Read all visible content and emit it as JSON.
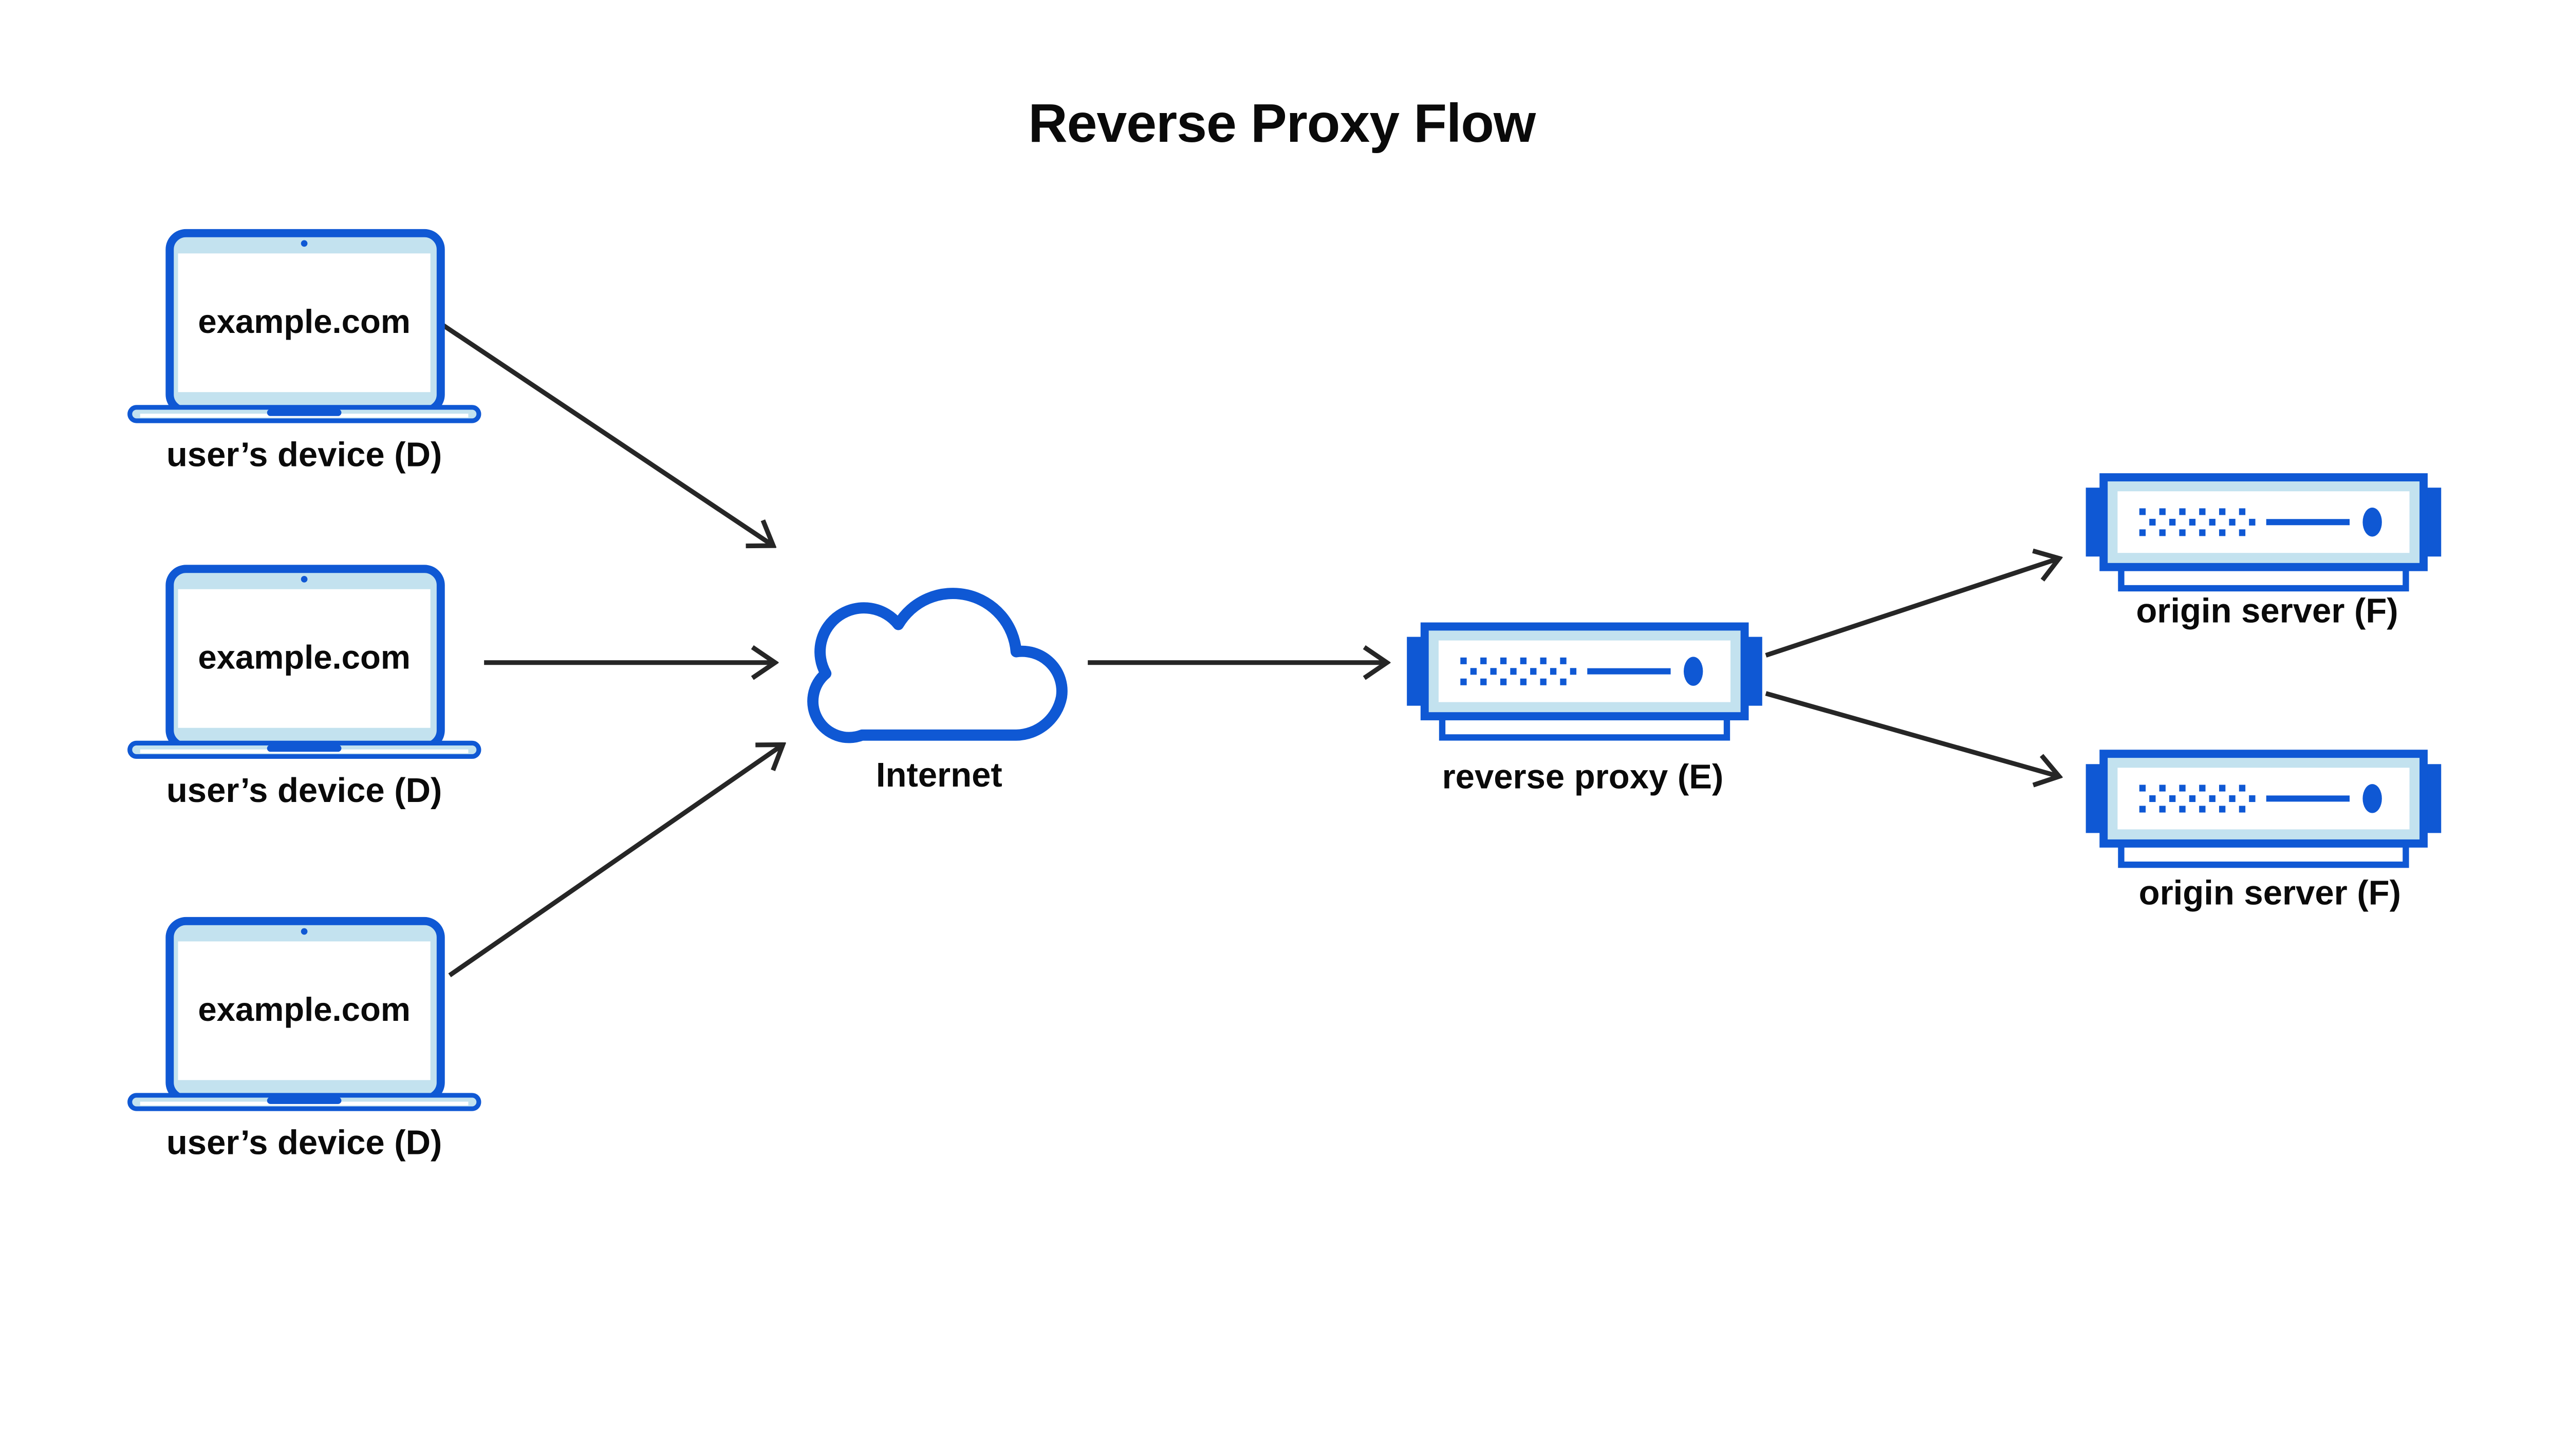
{
  "title": "Reverse Proxy Flow",
  "colors": {
    "primary_blue": "#0F58D4",
    "light_blue": "#C3E2EF",
    "arrow_dark": "#262626",
    "text_black": "#0A0A0A",
    "background": "#FFFFFF"
  },
  "devices": [
    {
      "icon": "laptop-icon",
      "screen_label": "example.com",
      "caption": "user’s device (D)"
    },
    {
      "icon": "laptop-icon",
      "screen_label": "example.com",
      "caption": "user’s device (D)"
    },
    {
      "icon": "laptop-icon",
      "screen_label": "example.com",
      "caption": "user’s device (D)"
    }
  ],
  "internet": {
    "icon": "cloud-icon",
    "label": "Internet"
  },
  "proxy": {
    "icon": "server-icon",
    "caption": "reverse proxy (E)"
  },
  "origins": [
    {
      "icon": "server-icon",
      "caption": "origin server (F)"
    },
    {
      "icon": "server-icon",
      "caption": "origin server (F)"
    }
  ]
}
